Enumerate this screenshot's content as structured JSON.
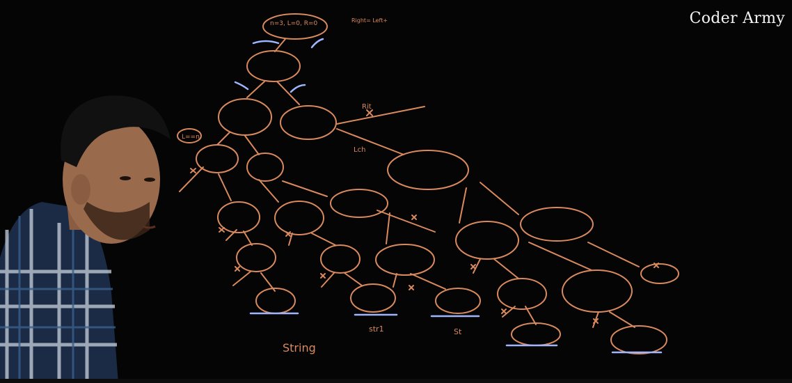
{
  "watermark": {
    "brand": "Coder Army"
  },
  "board": {
    "chalk_color": "#d98a5e",
    "underline_color": "#9fb6ff",
    "annotations": {
      "root": "n=3, L=0, R=0",
      "right_note": "Right= Left+",
      "string_1": "String",
      "string_2": "str1",
      "string_3": "St",
      "l_eq_n": "L==n",
      "lch": "Lch",
      "right_label": "Rit"
    }
  },
  "scene": {
    "presenter": "person-in-plaid-shirt",
    "palette": {
      "shirt_dark": "#1b2a45",
      "shirt_light": "#c9d3de",
      "skin": "#9a6a4c",
      "hair": "#111111"
    }
  }
}
